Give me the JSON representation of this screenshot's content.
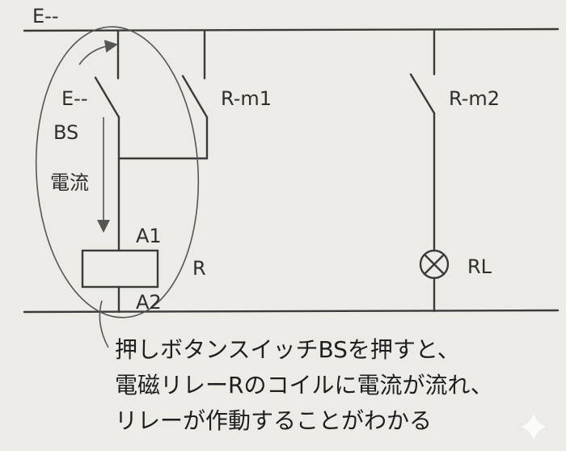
{
  "labels": {
    "top_rail": "E--",
    "switch_bs_contact": "E--",
    "switch_bs": "BS",
    "current": "電流",
    "coil_a1": "A1",
    "coil_a2": "A2",
    "relay": "R",
    "contact_m1": "R-m1",
    "contact_m2": "R-m2",
    "lamp": "RL"
  },
  "caption": [
    "押しボタンスイッチBSを押すと、",
    "電磁リレーRのコイルに電流が流れ、",
    "リレーが作動することがわかる"
  ],
  "colors": {
    "paper": "#ecebe6",
    "ink": "#3a3a3a"
  }
}
